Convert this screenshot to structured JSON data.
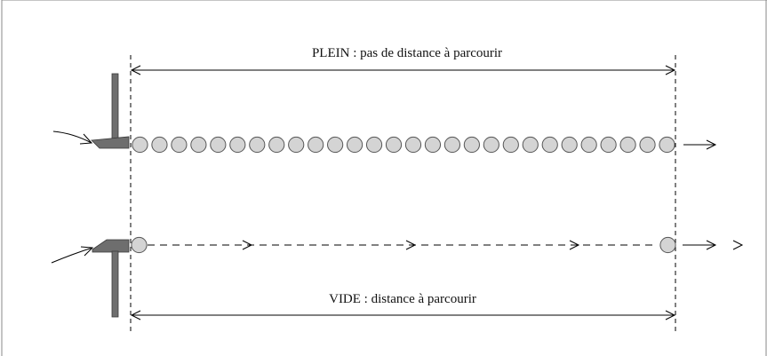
{
  "labels": {
    "full": "PLEIN : pas de distance à parcourir",
    "empty": "VIDE : distance à parcourir"
  },
  "colors": {
    "line": "#000000",
    "ball_fill": "#d4d4d4",
    "ball_stroke": "#555555",
    "hammer": "#6e6e6e",
    "frame": "#888888"
  },
  "full_row": {
    "ball_count": 28
  },
  "empty_row": {
    "ball_count": 2,
    "arrow_count": 4
  },
  "icons": {
    "hammer_full": "hammer-lowered-icon",
    "hammer_empty": "hammer-raised-icon",
    "arrow": "arrow-right-icon"
  }
}
